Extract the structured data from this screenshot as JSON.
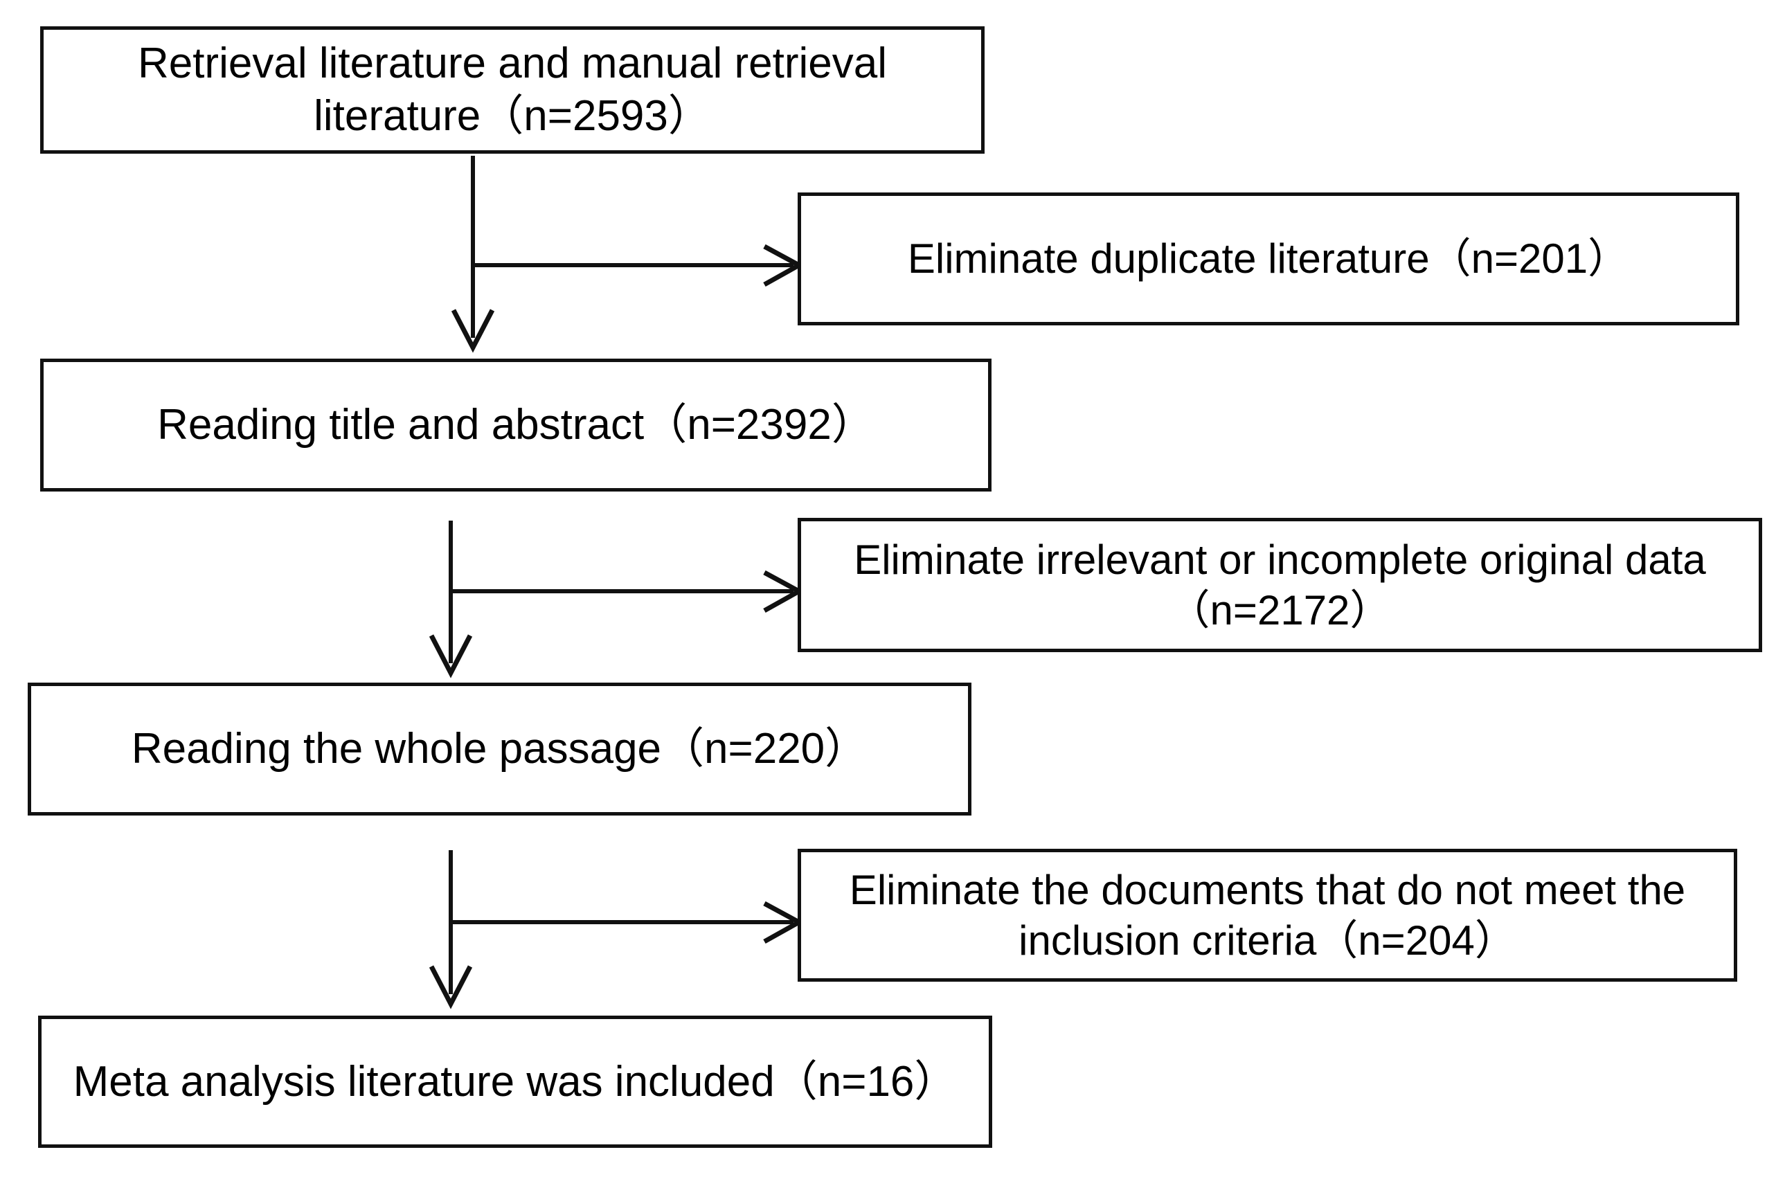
{
  "diagram": {
    "title": "Literature screening flow diagram",
    "type": "flowchart",
    "orientation": "top-to-bottom with right-side exclusion branches",
    "line_color": "#111111",
    "box_fill": "#ffffff",
    "text_color": "#000000"
  },
  "nodes": {
    "retrieval": {
      "label": "Retrieval literature and manual retrieval\nliterature（n=2593）",
      "count": 2593,
      "column": "left"
    },
    "title_abstract": {
      "label": "Reading title and abstract（n=2392）",
      "count": 2392,
      "column": "left"
    },
    "whole_passage": {
      "label": "Reading the whole passage（n=220）",
      "count": 220,
      "column": "left"
    },
    "included": {
      "label": "Meta analysis literature was included（n=16）",
      "count": 16,
      "column": "left"
    },
    "exclude_duplicate": {
      "label": "Eliminate duplicate literature（n=201）",
      "count": 201,
      "column": "right"
    },
    "exclude_irrelevant": {
      "label": "Eliminate irrelevant or incomplete original data\n（n=2172）",
      "count": 2172,
      "column": "right"
    },
    "exclude_criteria": {
      "label": "Eliminate the documents that do not meet the\ninclusion criteria（n=204）",
      "count": 204,
      "column": "right"
    }
  },
  "edges": [
    {
      "from": "retrieval",
      "to": "title_abstract",
      "kind": "vertical-arrow"
    },
    {
      "from": "retrieval",
      "to": "exclude_duplicate",
      "kind": "branch-arrow"
    },
    {
      "from": "title_abstract",
      "to": "whole_passage",
      "kind": "vertical-arrow"
    },
    {
      "from": "title_abstract",
      "to": "exclude_irrelevant",
      "kind": "branch-arrow"
    },
    {
      "from": "whole_passage",
      "to": "included",
      "kind": "vertical-arrow"
    },
    {
      "from": "whole_passage",
      "to": "exclude_criteria",
      "kind": "branch-arrow"
    }
  ]
}
